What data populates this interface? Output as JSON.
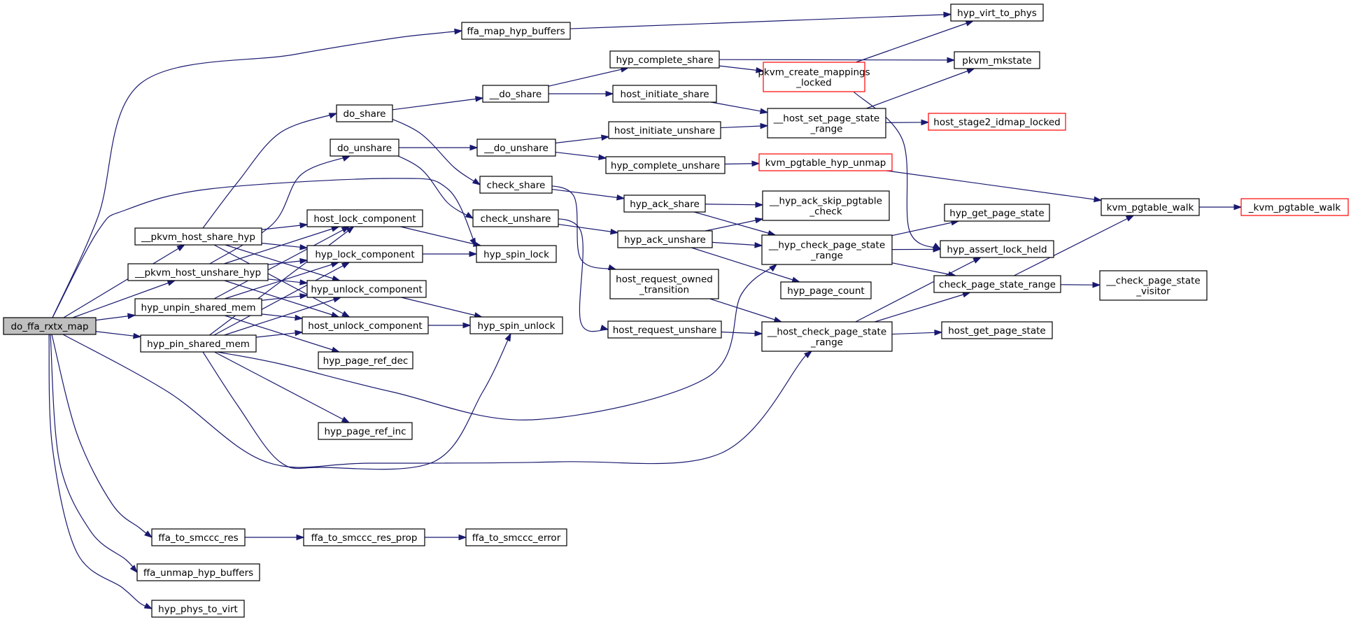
{
  "nodes": {
    "do_ffa_rxtx_map": {
      "lines": [
        "do_ffa_rxtx_map"
      ],
      "style": "root"
    },
    "ffa_map_hyp_buffers": {
      "lines": [
        "ffa_map_hyp_buffers"
      ]
    },
    "hyp_virt_to_phys": {
      "lines": [
        "hyp_virt_to_phys"
      ]
    },
    "pkvm_host_share_hyp": {
      "lines": [
        "__pkvm_host_share_hyp"
      ]
    },
    "pkvm_host_unshare_hyp": {
      "lines": [
        "__pkvm_host_unshare_hyp"
      ]
    },
    "hyp_unpin_shared_mem": {
      "lines": [
        "hyp_unpin_shared_mem"
      ]
    },
    "hyp_pin_shared_mem": {
      "lines": [
        "hyp_pin_shared_mem"
      ]
    },
    "ffa_to_smccc_res": {
      "lines": [
        "ffa_to_smccc_res"
      ]
    },
    "ffa_unmap_hyp_buffers": {
      "lines": [
        "ffa_unmap_hyp_buffers"
      ]
    },
    "hyp_phys_to_virt": {
      "lines": [
        "hyp_phys_to_virt"
      ]
    },
    "do_share": {
      "lines": [
        "do_share"
      ]
    },
    "do_unshare": {
      "lines": [
        "do_unshare"
      ]
    },
    "host_lock_component": {
      "lines": [
        "host_lock_component"
      ]
    },
    "hyp_lock_component": {
      "lines": [
        "hyp_lock_component"
      ]
    },
    "hyp_unlock_component": {
      "lines": [
        "hyp_unlock_component"
      ]
    },
    "host_unlock_component": {
      "lines": [
        "host_unlock_component"
      ]
    },
    "hyp_page_ref_dec": {
      "lines": [
        "hyp_page_ref_dec"
      ]
    },
    "hyp_page_ref_inc": {
      "lines": [
        "hyp_page_ref_inc"
      ]
    },
    "ffa_to_smccc_res_prop": {
      "lines": [
        "ffa_to_smccc_res_prop"
      ]
    },
    "ffa_to_smccc_error": {
      "lines": [
        "ffa_to_smccc_error"
      ]
    },
    "hyp_spin_lock": {
      "lines": [
        "hyp_spin_lock"
      ]
    },
    "hyp_spin_unlock": {
      "lines": [
        "hyp_spin_unlock"
      ]
    },
    "__do_share": {
      "lines": [
        "__do_share"
      ]
    },
    "__do_unshare": {
      "lines": [
        "__do_unshare"
      ]
    },
    "check_share": {
      "lines": [
        "check_share"
      ]
    },
    "check_unshare": {
      "lines": [
        "check_unshare"
      ]
    },
    "hyp_complete_share": {
      "lines": [
        "hyp_complete_share"
      ]
    },
    "host_initiate_share": {
      "lines": [
        "host_initiate_share"
      ]
    },
    "host_initiate_unshare": {
      "lines": [
        "host_initiate_unshare"
      ]
    },
    "hyp_complete_unshare": {
      "lines": [
        "hyp_complete_unshare"
      ]
    },
    "hyp_ack_share": {
      "lines": [
        "hyp_ack_share"
      ]
    },
    "hyp_ack_unshare": {
      "lines": [
        "hyp_ack_unshare"
      ]
    },
    "host_request_owned_transition": {
      "lines": [
        "host_request_owned",
        "_transition"
      ]
    },
    "host_request_unshare": {
      "lines": [
        "host_request_unshare"
      ]
    },
    "pkvm_create_mappings_locked": {
      "lines": [
        "pkvm_create_mappings",
        "_locked"
      ],
      "style": "red"
    },
    "__host_set_page_state_range": {
      "lines": [
        "__host_set_page_state",
        "_range"
      ]
    },
    "kvm_pgtable_hyp_unmap": {
      "lines": [
        "kvm_pgtable_hyp_unmap"
      ],
      "style": "red"
    },
    "__hyp_ack_skip_pgtable_check": {
      "lines": [
        "__hyp_ack_skip_pgtable",
        "_check"
      ]
    },
    "__hyp_check_page_state_range": {
      "lines": [
        "__hyp_check_page_state",
        "_range"
      ]
    },
    "hyp_page_count": {
      "lines": [
        "hyp_page_count"
      ]
    },
    "__host_check_page_state_range": {
      "lines": [
        "__host_check_page_state",
        "_range"
      ]
    },
    "pkvm_mkstate": {
      "lines": [
        "pkvm_mkstate"
      ]
    },
    "host_stage2_idmap_locked": {
      "lines": [
        "host_stage2_idmap_locked"
      ],
      "style": "red"
    },
    "hyp_get_page_state": {
      "lines": [
        "hyp_get_page_state"
      ]
    },
    "hyp_assert_lock_held": {
      "lines": [
        "hyp_assert_lock_held"
      ]
    },
    "check_page_state_range": {
      "lines": [
        "check_page_state_range"
      ]
    },
    "host_get_page_state": {
      "lines": [
        "host_get_page_state"
      ]
    },
    "kvm_pgtable_walk": {
      "lines": [
        "kvm_pgtable_walk"
      ]
    },
    "_kvm_pgtable_walk": {
      "lines": [
        "_kvm_pgtable_walk"
      ],
      "style": "red"
    },
    "__check_page_state_visitor": {
      "lines": [
        "__check_page_state",
        "_visitor"
      ]
    }
  },
  "edges": [
    [
      "do_ffa_rxtx_map",
      "ffa_map_hyp_buffers"
    ],
    [
      "do_ffa_rxtx_map",
      "pkvm_host_share_hyp"
    ],
    [
      "do_ffa_rxtx_map",
      "pkvm_host_unshare_hyp"
    ],
    [
      "do_ffa_rxtx_map",
      "hyp_unpin_shared_mem"
    ],
    [
      "do_ffa_rxtx_map",
      "hyp_pin_shared_mem"
    ],
    [
      "do_ffa_rxtx_map",
      "ffa_to_smccc_res"
    ],
    [
      "do_ffa_rxtx_map",
      "ffa_unmap_hyp_buffers"
    ],
    [
      "do_ffa_rxtx_map",
      "hyp_phys_to_virt"
    ],
    [
      "do_ffa_rxtx_map",
      "hyp_spin_lock"
    ],
    [
      "do_ffa_rxtx_map",
      "__host_check_page_state_range"
    ],
    [
      "ffa_map_hyp_buffers",
      "hyp_virt_to_phys"
    ],
    [
      "pkvm_host_share_hyp",
      "do_share"
    ],
    [
      "pkvm_host_share_hyp",
      "host_lock_component"
    ],
    [
      "pkvm_host_share_hyp",
      "hyp_lock_component"
    ],
    [
      "pkvm_host_share_hyp",
      "hyp_unlock_component"
    ],
    [
      "pkvm_host_share_hyp",
      "host_unlock_component"
    ],
    [
      "pkvm_host_unshare_hyp",
      "do_unshare"
    ],
    [
      "pkvm_host_unshare_hyp",
      "host_lock_component"
    ],
    [
      "pkvm_host_unshare_hyp",
      "hyp_lock_component"
    ],
    [
      "pkvm_host_unshare_hyp",
      "hyp_unlock_component"
    ],
    [
      "pkvm_host_unshare_hyp",
      "host_unlock_component"
    ],
    [
      "hyp_unpin_shared_mem",
      "host_lock_component"
    ],
    [
      "hyp_unpin_shared_mem",
      "hyp_lock_component"
    ],
    [
      "hyp_unpin_shared_mem",
      "hyp_unlock_component"
    ],
    [
      "hyp_unpin_shared_mem",
      "host_unlock_component"
    ],
    [
      "hyp_unpin_shared_mem",
      "hyp_page_ref_dec"
    ],
    [
      "hyp_pin_shared_mem",
      "host_lock_component"
    ],
    [
      "hyp_pin_shared_mem",
      "hyp_lock_component"
    ],
    [
      "hyp_pin_shared_mem",
      "hyp_unlock_component"
    ],
    [
      "hyp_pin_shared_mem",
      "host_unlock_component"
    ],
    [
      "hyp_pin_shared_mem",
      "hyp_page_ref_inc"
    ],
    [
      "hyp_pin_shared_mem",
      "hyp_spin_unlock"
    ],
    [
      "hyp_pin_shared_mem",
      "__hyp_check_page_state_range"
    ],
    [
      "ffa_to_smccc_res",
      "ffa_to_smccc_res_prop"
    ],
    [
      "ffa_to_smccc_res_prop",
      "ffa_to_smccc_error"
    ],
    [
      "host_lock_component",
      "hyp_spin_lock"
    ],
    [
      "hyp_lock_component",
      "hyp_spin_lock"
    ],
    [
      "hyp_unlock_component",
      "hyp_spin_unlock"
    ],
    [
      "host_unlock_component",
      "hyp_spin_unlock"
    ],
    [
      "do_share",
      "__do_share"
    ],
    [
      "do_share",
      "check_share"
    ],
    [
      "do_unshare",
      "__do_unshare"
    ],
    [
      "do_unshare",
      "check_unshare"
    ],
    [
      "__do_share",
      "hyp_complete_share"
    ],
    [
      "__do_share",
      "host_initiate_share"
    ],
    [
      "__do_unshare",
      "host_initiate_unshare"
    ],
    [
      "__do_unshare",
      "hyp_complete_unshare"
    ],
    [
      "check_share",
      "hyp_ack_share"
    ],
    [
      "check_share",
      "host_request_owned_transition"
    ],
    [
      "check_unshare",
      "hyp_ack_unshare"
    ],
    [
      "check_unshare",
      "host_request_unshare"
    ],
    [
      "hyp_complete_share",
      "pkvm_mkstate"
    ],
    [
      "hyp_complete_share",
      "pkvm_create_mappings_locked"
    ],
    [
      "pkvm_create_mappings_locked",
      "hyp_virt_to_phys"
    ],
    [
      "pkvm_create_mappings_locked",
      "hyp_assert_lock_held"
    ],
    [
      "host_initiate_share",
      "__host_set_page_state_range"
    ],
    [
      "host_initiate_unshare",
      "__host_set_page_state_range"
    ],
    [
      "__host_set_page_state_range",
      "pkvm_mkstate"
    ],
    [
      "__host_set_page_state_range",
      "host_stage2_idmap_locked"
    ],
    [
      "hyp_complete_unshare",
      "kvm_pgtable_hyp_unmap"
    ],
    [
      "kvm_pgtable_hyp_unmap",
      "kvm_pgtable_walk"
    ],
    [
      "hyp_ack_share",
      "__hyp_ack_skip_pgtable_check"
    ],
    [
      "hyp_ack_share",
      "__hyp_check_page_state_range"
    ],
    [
      "hyp_ack_unshare",
      "__hyp_ack_skip_pgtable_check"
    ],
    [
      "hyp_ack_unshare",
      "__hyp_check_page_state_range"
    ],
    [
      "hyp_ack_unshare",
      "hyp_page_count"
    ],
    [
      "host_request_owned_transition",
      "__host_check_page_state_range"
    ],
    [
      "host_request_unshare",
      "__host_check_page_state_range"
    ],
    [
      "__hyp_check_page_state_range",
      "hyp_get_page_state"
    ],
    [
      "__hyp_check_page_state_range",
      "hyp_assert_lock_held"
    ],
    [
      "__hyp_check_page_state_range",
      "check_page_state_range"
    ],
    [
      "__host_check_page_state_range",
      "hyp_assert_lock_held"
    ],
    [
      "__host_check_page_state_range",
      "check_page_state_range"
    ],
    [
      "__host_check_page_state_range",
      "host_get_page_state"
    ],
    [
      "check_page_state_range",
      "kvm_pgtable_walk"
    ],
    [
      "check_page_state_range",
      "__check_page_state_visitor"
    ],
    [
      "kvm_pgtable_walk",
      "_kvm_pgtable_walk"
    ]
  ]
}
